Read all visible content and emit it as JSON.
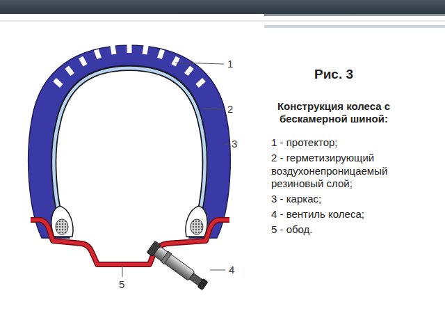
{
  "diagram": {
    "title": "Рис. 3",
    "caption": "Конструкция колеса с бескамерной шиной:",
    "labels": [
      "1",
      "2",
      "3",
      "4",
      "5",
      "1 - протектор;",
      "2 - герметизирующий воздухонепроницаемый резиновый слой;",
      "3 - каркас;",
      "4 - вентиль колеса;",
      "5 - обод."
    ]
  }
}
